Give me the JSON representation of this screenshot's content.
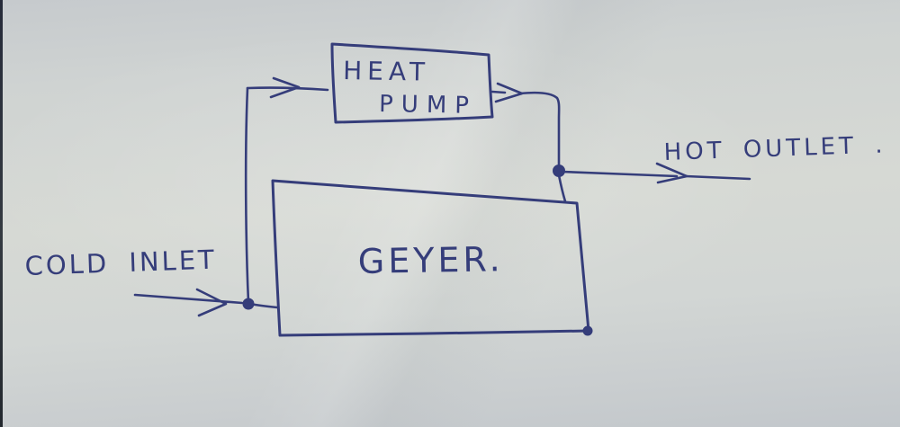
{
  "diagram": {
    "type": "hand-drawn flow diagram",
    "boxes": {
      "heat_pump": {
        "line1": "HEAT",
        "line2": "PUMP"
      },
      "geyser": {
        "label": "GEYER."
      }
    },
    "labels": {
      "cold_inlet": "COLD INLET",
      "hot_outlet": "HOT OUTLET ."
    },
    "connections": [
      "cold inlet arrow enters junction dot at lower left",
      "junction dot feeds riser line up into heat pump inlet arrow",
      "junction dot stub feeds geyser left side",
      "heat pump outlet arrow runs right then down to outlet junction dot",
      "outlet junction dot connects down to geyser top-right corner",
      "outlet junction dot arrow runs right to hot outlet"
    ],
    "colors": {
      "ink": "#353d7a",
      "paper": "#d4d8d3",
      "paper_edge": "#2b3038"
    }
  }
}
